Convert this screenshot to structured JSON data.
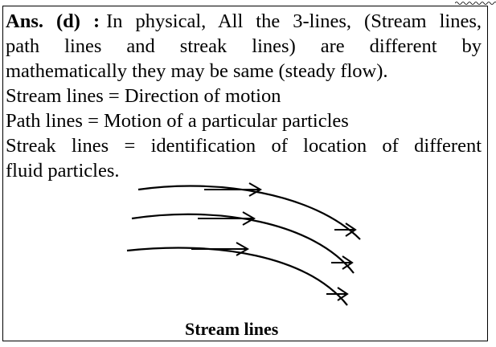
{
  "answer": {
    "label": "Ans. (d) :",
    "line1_rest": "In physical, All the 3-lines, (Stream lines,",
    "line2": "path lines and streak lines) are different by",
    "line3": "mathematically they may be same (steady flow).",
    "line4": "Stream lines = Direction of motion",
    "line5": "Path lines = Motion of a particular particles",
    "line6": "Streak lines = identification of location of different",
    "line7": "fluid particles."
  },
  "figure": {
    "caption": "Stream lines"
  }
}
